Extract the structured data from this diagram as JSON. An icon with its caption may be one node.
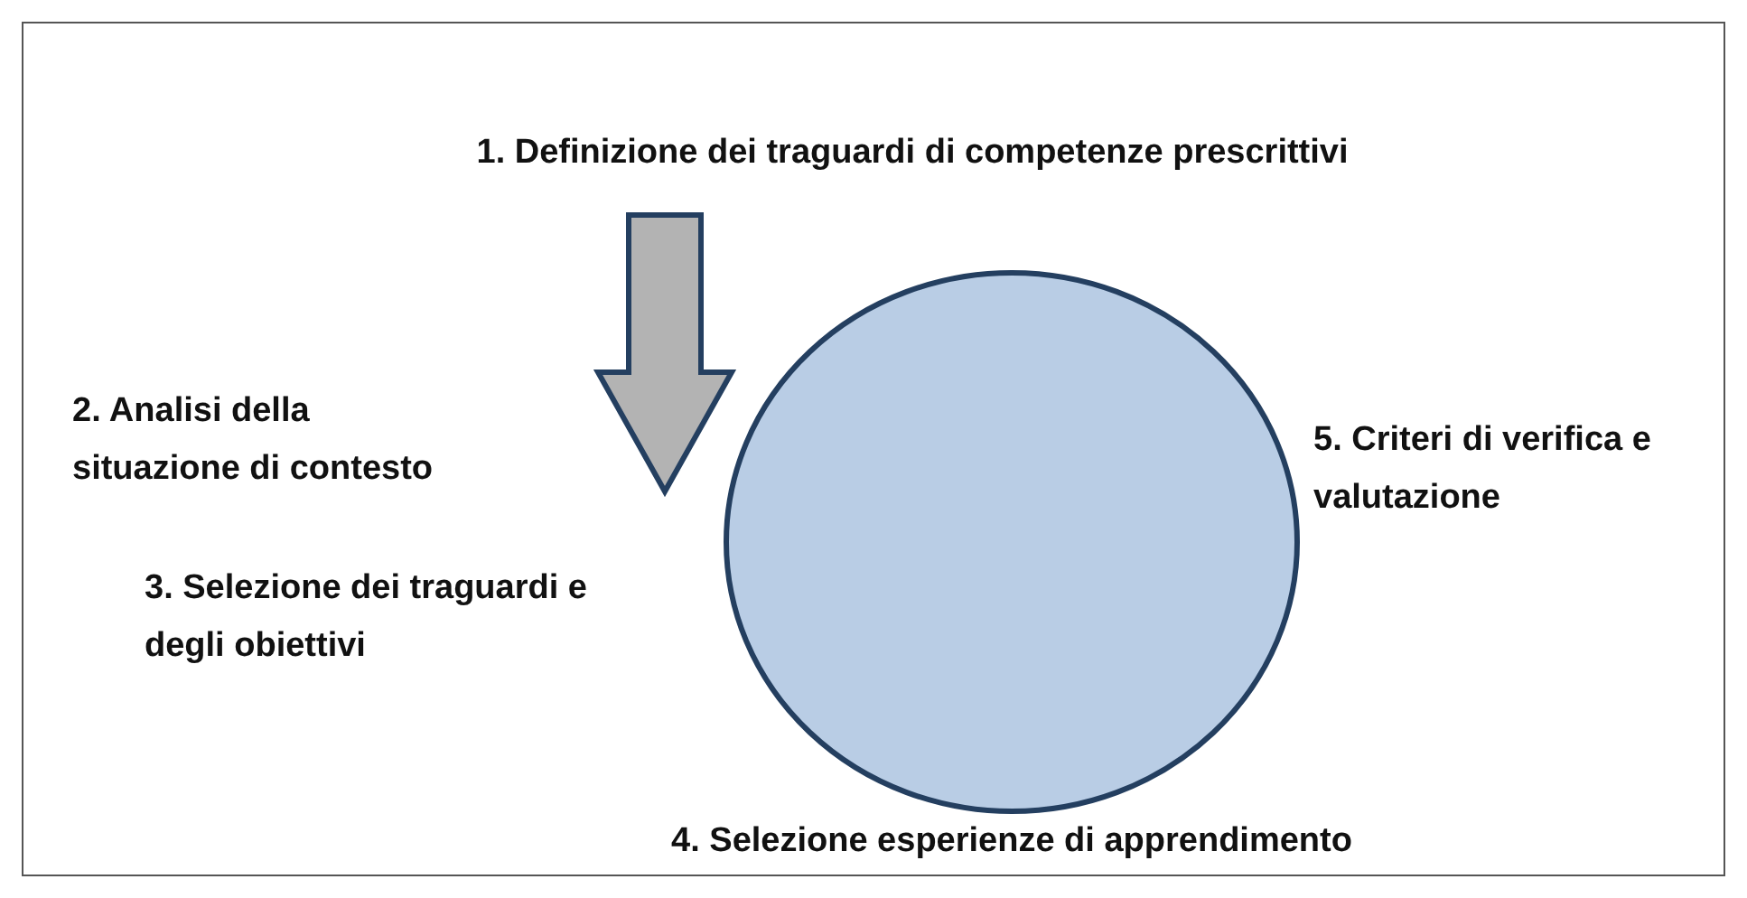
{
  "diagram": {
    "nodes": [
      {
        "text": [],
        "shape": "circle"
      }
    ],
    "labels": [
      "1. Definizione dei traguardi di competenze prescrittivi",
      "2. Analisi della situazione di contesto",
      "3. Selezione dei traguardi e degli obiettivi",
      "5. Criteri di verifica e valutazione",
      "4. Selezione esperienze di apprendimento"
    ]
  }
}
